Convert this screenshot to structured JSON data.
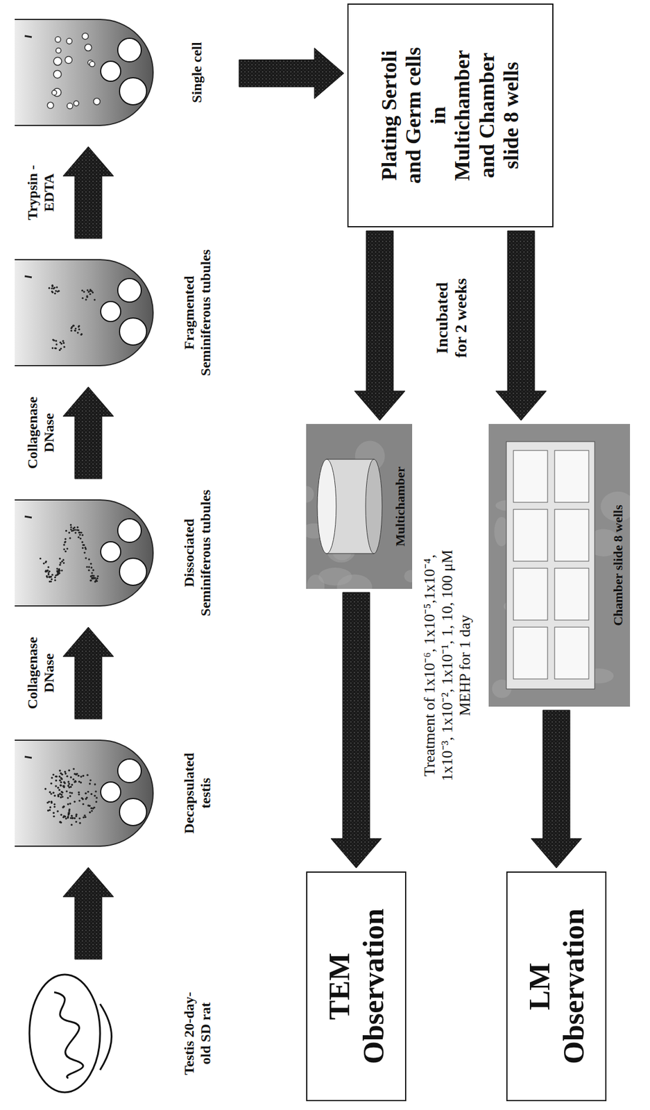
{
  "diagram": {
    "nodes": [
      {
        "text": [
          "Testis 20-day-old SD rat"
        ]
      },
      {
        "text": [
          "Decapsulated testis"
        ]
      },
      {
        "text": [
          "Dissociated Seminiferous tubules"
        ]
      },
      {
        "text": [
          "Fragmented Seminiferous tubules"
        ]
      },
      {
        "text": [
          "Single cell"
        ]
      },
      {
        "text": [
          "Plating Sertoli and Germ cells in Multichamber and Chamber slide 8 wells"
        ]
      },
      {
        "text": [
          "Multichamber"
        ]
      },
      {
        "text": [
          "Chamber slide 8 wells"
        ]
      },
      {
        "text": [
          "TEM Observation"
        ]
      },
      {
        "text": [
          "LM Observation"
        ]
      }
    ],
    "edges": [
      {
        "from": 0,
        "to": 1,
        "arrow": "to"
      },
      {
        "from": 1,
        "to": 2,
        "label": "Collagenase DNase",
        "arrow": "to"
      },
      {
        "from": 2,
        "to": 3,
        "label": "Collagenase DNase",
        "arrow": "to"
      },
      {
        "from": 3,
        "to": 4,
        "label": "Trypsin -EDTA",
        "arrow": "to"
      },
      {
        "from": 4,
        "to": 5,
        "arrow": "to"
      },
      {
        "from": 5,
        "to": 6,
        "arrow": "to"
      },
      {
        "from": 5,
        "to": 7,
        "arrow": "to"
      },
      {
        "from": 6,
        "to": 8,
        "arrow": "to"
      },
      {
        "from": 7,
        "to": 9,
        "arrow": "to"
      }
    ],
    "labels": [
      "Incubated for 2 weeks",
      "Treatment of 1x10⁻⁶, 1x10⁻⁵,1x10⁻⁴, 1x10⁻³, 1x10⁻², 1x10⁻¹, 1, 10, 100 μM MEHP for 1 day"
    ]
  }
}
